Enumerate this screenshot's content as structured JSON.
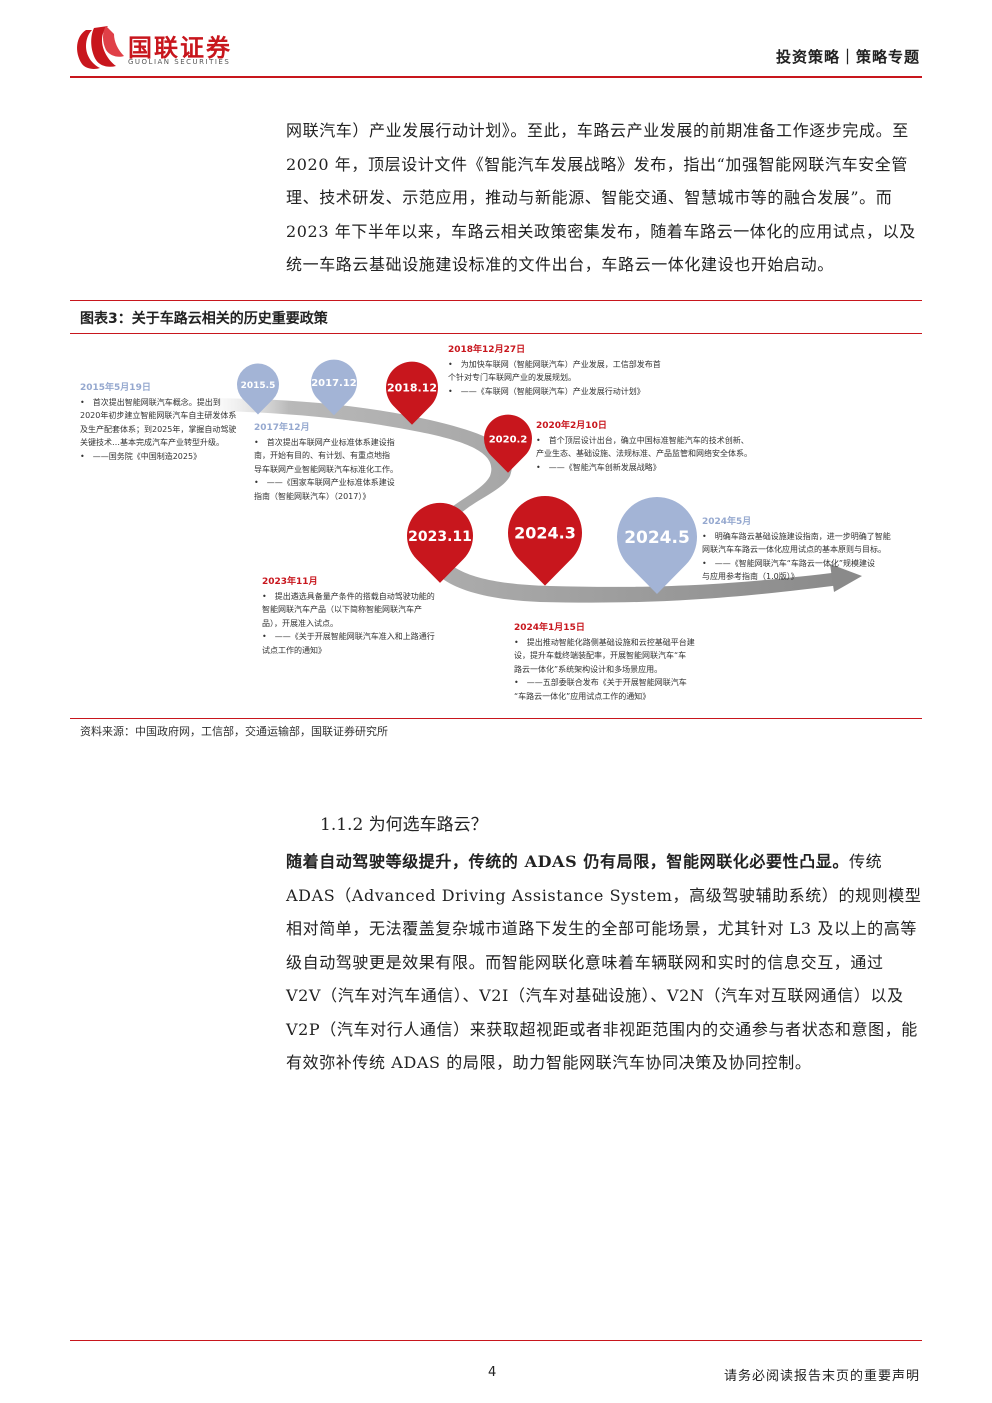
{
  "header": {
    "logo_text": "国联证券",
    "logo_sub": "GUOLIAN SECURITIES",
    "section": "投资策略｜策略专题"
  },
  "intro_paragraph": "网联汽车）产业发展行动计划》。至此，车路云产业发展的前期准备工作逐步完成。至 2020 年，顶层设计文件《智能汽车发展战略》发布，指出“加强智能网联汽车安全管理、技术研发、示范应用，推动与新能源、智能交通、智慧城市等的融合发展”。而 2023 年下半年以来，车路云相关政策密集发布，随着车路云一体化的应用试点，以及统一车路云基础设施建设标准的文件出台，车路云一体化建设也开始启动。",
  "figure": {
    "title": "图表3：关于车路云相关的历史重要政策",
    "source": "资料来源：中国政府网，工信部，交通运输部，国联证券研究所",
    "markers": [
      {
        "label": "2015.5",
        "color": "#a3b4d6"
      },
      {
        "label": "2017.12",
        "color": "#a3b4d6"
      },
      {
        "label": "2018.12",
        "color": "#c8161d"
      },
      {
        "label": "2020.2",
        "color": "#c8161d"
      },
      {
        "label": "2023.11",
        "color": "#c8161d"
      },
      {
        "label": "2024.3",
        "color": "#c8161d"
      },
      {
        "label": "2024.5",
        "color": "#a3b4d6"
      }
    ],
    "events": [
      {
        "date": "2015年5月19日",
        "lines": [
          "•　首次提出智能网联汽车概念。提出到",
          "2020年初步建立智能网联汽车自主研发体系",
          "及生产配套体系；到2025年，掌握自动驾驶",
          "关键技术…基本完成汽车产业转型升级。",
          "•　——国务院《中国制造2025》"
        ]
      },
      {
        "date": "2017年12月",
        "lines": [
          "•　首次提出车联网产业标准体系建设指",
          "南，开始有目的、有计划、有重点地指",
          "导车联网产业智能网联汽车标准化工作。",
          "•　——《国家车联网产业标准体系建设",
          "指南（智能网联汽车）（2017）》"
        ]
      },
      {
        "date": "2018年12月27日",
        "lines": [
          "•　为加快车联网（智能网联汽车）产业发展，工信部发布首",
          "个针对专门车联网产业的发展规划。",
          "•　——《车联网（智能网联汽车）产业发展行动计划》"
        ]
      },
      {
        "date": "2020年2月10日",
        "lines": [
          "•　首个顶层设计出台，确立中国标准智能汽车的技术创新、",
          "产业生态、基础设施、法规标准、产品监管和网络安全体系。",
          "•　——《智能汽车创新发展战略》"
        ]
      },
      {
        "date": "2023年11月",
        "lines": [
          "•　提出遴选具备量产条件的搭载自动驾驶功能的",
          "智能网联汽车产品（以下简称智能网联汽车产",
          "品），开展准入试点。",
          "•　——《关于开展智能网联汽车准入和上路通行",
          "试点工作的通知》"
        ]
      },
      {
        "date": "2024年1月15日",
        "lines": [
          "•　提出推动智能化路侧基础设施和云控基础平台建",
          "设，提升车载终端装配率，开展智能网联汽车“车",
          "路云一体化”系统架构设计和多场景应用。",
          "•　——五部委联合发布《关于开展智能网联汽车",
          "“车路云一体化”应用试点工作的通知》"
        ]
      },
      {
        "date": "2024年5月",
        "lines": [
          "•　明确车路云基础设施建设指南，进一步明确了智能",
          "网联汽车车路云一体化应用试点的基本原则与目标。",
          "•　——《智能网联汽车“车路云一体化”规模建设",
          "与应用参考指南（1.0版）》"
        ]
      }
    ]
  },
  "section": {
    "title": "1.1.2 为何选车路云？",
    "lead": "随着自动驾驶等级提升，传统的 ADAS 仍有局限，智能网联化必要性凸显。",
    "body": "传统 ADAS（Advanced Driving Assistance System，高级驾驶辅助系统）的规则模型相对简单，无法覆盖复杂城市道路下发生的全部可能场景，尤其针对 L3 及以上的高等级自动驾驶更是效果有限。而智能网联化意味着车辆联网和实时的信息交互，通过 V2V（汽车对汽车通信）、V2I（汽车对基础设施）、V2N（汽车对互联网通信）以及 V2P（汽车对行人通信）来获取超视距或者非视距范围内的交通参与者状态和意图，能有效弥补传统 ADAS 的局限，助力智能网联汽车协同决策及协同控制。"
  },
  "footer": {
    "page": "4",
    "disclaimer": "请务必阅读报告末页的重要声明"
  }
}
